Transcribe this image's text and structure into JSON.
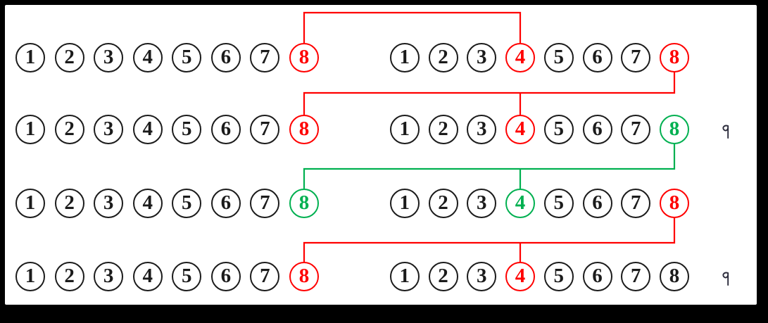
{
  "figure": {
    "colors": {
      "black": "#1b1b1b",
      "red": "#ff0000",
      "green": "#00b050"
    },
    "rows": [
      {
        "left": {
          "values": [
            1,
            2,
            3,
            4,
            5,
            6,
            7,
            8
          ],
          "circle_colors": {
            "8": "red"
          }
        },
        "right": {
          "values": [
            1,
            2,
            3,
            4,
            5,
            6,
            7,
            8
          ],
          "circle_colors": {
            "4": "red",
            "8": "red"
          }
        },
        "paragraph_mark": false
      },
      {
        "left": {
          "values": [
            1,
            2,
            3,
            4,
            5,
            6,
            7,
            8
          ],
          "circle_colors": {
            "8": "red"
          }
        },
        "right": {
          "values": [
            1,
            2,
            3,
            4,
            5,
            6,
            7,
            8
          ],
          "circle_colors": {
            "4": "red",
            "8": "green"
          }
        },
        "paragraph_mark": true
      },
      {
        "left": {
          "values": [
            1,
            2,
            3,
            4,
            5,
            6,
            7,
            8
          ],
          "circle_colors": {
            "8": "green"
          }
        },
        "right": {
          "values": [
            1,
            2,
            3,
            4,
            5,
            6,
            7,
            8
          ],
          "circle_colors": {
            "4": "green",
            "8": "red"
          }
        },
        "paragraph_mark": false
      },
      {
        "left": {
          "values": [
            1,
            2,
            3,
            4,
            5,
            6,
            7,
            8
          ],
          "circle_colors": {
            "8": "red"
          }
        },
        "right": {
          "values": [
            1,
            2,
            3,
            4,
            5,
            6,
            7,
            8
          ],
          "circle_colors": {
            "4": "red"
          }
        },
        "paragraph_mark": true
      }
    ],
    "connectors": [
      {
        "color": "red",
        "kind": "bracket",
        "ends": [
          {
            "row": 1,
            "group": "left",
            "value": 8
          },
          {
            "row": 1,
            "group": "right",
            "value": 4
          }
        ]
      },
      {
        "color": "red",
        "kind": "carry",
        "from": {
          "row": 1,
          "group": "right",
          "value": 8
        },
        "to": [
          {
            "row": 2,
            "group": "left",
            "value": 8
          },
          {
            "row": 2,
            "group": "right",
            "value": 4
          }
        ]
      },
      {
        "color": "green",
        "kind": "carry",
        "from": {
          "row": 2,
          "group": "right",
          "value": 8
        },
        "to": [
          {
            "row": 3,
            "group": "left",
            "value": 8
          },
          {
            "row": 3,
            "group": "right",
            "value": 4
          }
        ]
      },
      {
        "color": "red",
        "kind": "carry",
        "from": {
          "row": 3,
          "group": "right",
          "value": 8
        },
        "to": [
          {
            "row": 4,
            "group": "left",
            "value": 8
          },
          {
            "row": 4,
            "group": "right",
            "value": 4
          }
        ]
      }
    ],
    "paragraph_mark_icon": "reversed-pilcrow-icon",
    "paragraph_mark_color": "#2a2a3a"
  }
}
